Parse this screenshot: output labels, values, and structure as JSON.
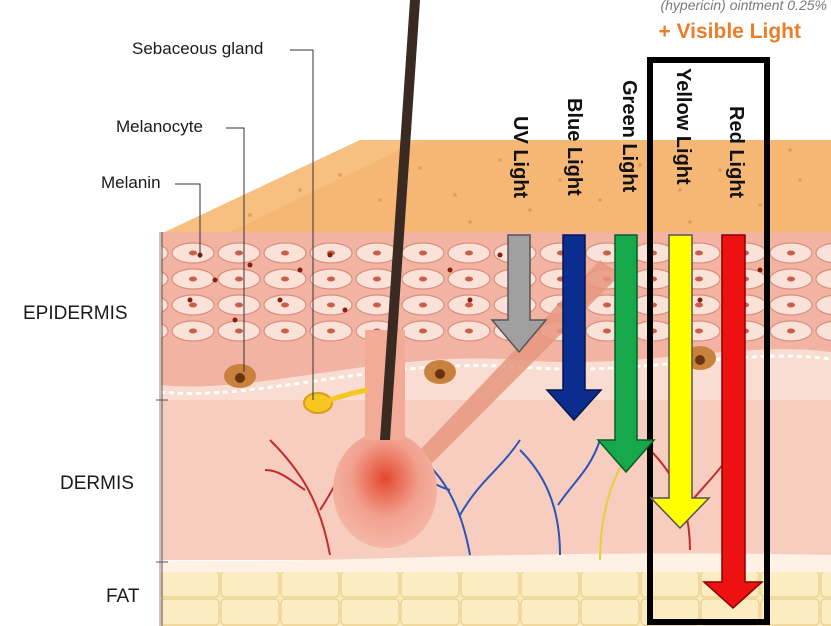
{
  "header": {
    "ointment_note": "(hypericin) ointment 0.25%",
    "visible_light": "+ Visible Light"
  },
  "callouts": {
    "sebaceous": "Sebaceous gland",
    "melanocyte": "Melanocyte",
    "melanin": "Melanin"
  },
  "layers": {
    "epidermis": "EPIDERMIS",
    "dermis": "DERMIS",
    "fat": "FAT"
  },
  "lights": [
    {
      "label": "UV Light",
      "color": "#9e9e9e"
    },
    {
      "label": "Blue Light",
      "color": "#0a2d8f"
    },
    {
      "label": "Green Light",
      "color": "#16a84a"
    },
    {
      "label": "Yellow Light",
      "color": "#ffff00"
    },
    {
      "label": "Red Light",
      "color": "#ee1111"
    }
  ],
  "colors": {
    "skin_top": "#f6b774",
    "epidermis": "#f2b3a3",
    "dermis": "#f7cdbf",
    "fat": "#fbeaba",
    "highlight_box": "#000000",
    "accent_orange": "#ec7d2a"
  }
}
